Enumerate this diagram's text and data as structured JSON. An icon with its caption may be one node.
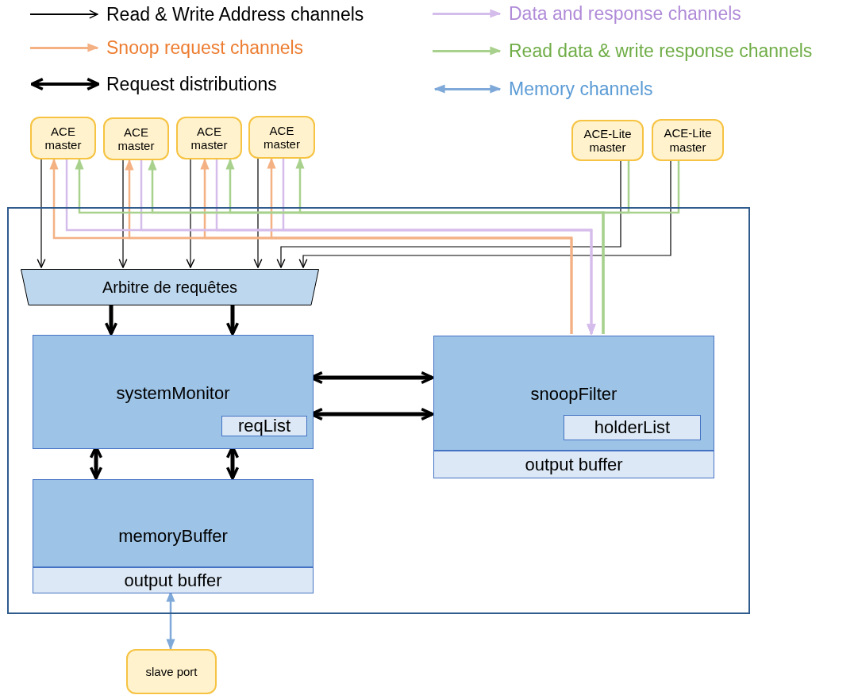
{
  "diagram": {
    "nodes": [
      {
        "text": [],
        "shape": "box"
      },
      {
        "text": [
          "ACE master"
        ]
      },
      {
        "text": [
          "ACE master"
        ]
      },
      {
        "text": [
          "ACE master"
        ]
      },
      {
        "text": [
          "ACE master"
        ]
      },
      {
        "text": [
          "ACE-Lite master"
        ]
      },
      {
        "text": [
          "ACE-Lite master"
        ]
      },
      {
        "text": [
          "Arbitre de requêtes"
        ],
        "in": 0
      },
      {
        "text": [
          "systemMonitor"
        ],
        "in": 0
      },
      {
        "text": [
          "reqList"
        ],
        "in": 8
      },
      {
        "text": [
          "snoopFilter"
        ],
        "in": 0
      },
      {
        "text": [
          "holderList"
        ],
        "in": 10
      },
      {
        "text": [
          "output buffer"
        ],
        "in": 0
      },
      {
        "text": [
          "memoryBuffer"
        ],
        "in": 0
      },
      {
        "text": [
          "output buffer"
        ],
        "in": 0
      },
      {
        "text": [
          "slave port"
        ]
      }
    ],
    "edges": [
      {
        "from": 1,
        "to": 7,
        "arrow": "to"
      },
      {
        "from": 2,
        "to": 7,
        "arrow": "to"
      },
      {
        "from": 3,
        "to": 7,
        "arrow": "to"
      },
      {
        "from": 4,
        "to": 7,
        "arrow": "to"
      },
      {
        "from": 5,
        "to": 7,
        "arrow": "to"
      },
      {
        "from": 6,
        "to": 7,
        "arrow": "to"
      },
      {
        "from": 10,
        "to": 1,
        "arrow": "to",
        "color": "#f4b183"
      },
      {
        "from": 10,
        "to": 2,
        "arrow": "to",
        "color": "#f4b183"
      },
      {
        "from": 10,
        "to": 3,
        "arrow": "to",
        "color": "#f4b183"
      },
      {
        "from": 10,
        "to": 4,
        "arrow": "to",
        "color": "#f4b183"
      },
      {
        "from": 1,
        "to": 10,
        "arrow": "to",
        "color": "#d5bdeb"
      },
      {
        "from": 2,
        "to": 10,
        "arrow": "to",
        "color": "#d5bdeb"
      },
      {
        "from": 3,
        "to": 10,
        "arrow": "to",
        "color": "#d5bdeb"
      },
      {
        "from": 4,
        "to": 10,
        "arrow": "to",
        "color": "#d5bdeb"
      },
      {
        "from": 10,
        "to": 1,
        "arrow": "to",
        "color": "#a9d18e"
      },
      {
        "from": 10,
        "to": 2,
        "arrow": "to",
        "color": "#a9d18e"
      },
      {
        "from": 10,
        "to": 3,
        "arrow": "to",
        "color": "#a9d18e"
      },
      {
        "from": 10,
        "to": 4,
        "arrow": "to",
        "color": "#a9d18e"
      },
      {
        "from": 5,
        "to": 10,
        "arrow": "none",
        "color": "#a9d18e"
      },
      {
        "from": 6,
        "to": 10,
        "arrow": "none",
        "color": "#a9d18e"
      },
      {
        "from": 7,
        "to": 8,
        "arrow": "to",
        "style": "thick"
      },
      {
        "from": 7,
        "to": 8,
        "arrow": "to",
        "style": "thick"
      },
      {
        "from": 8,
        "to": 10,
        "arrow": "both",
        "style": "thick"
      },
      {
        "from": 8,
        "to": 10,
        "arrow": "both",
        "style": "thick"
      },
      {
        "from": 8,
        "to": 13,
        "arrow": "both",
        "style": "thick"
      },
      {
        "from": 8,
        "to": 13,
        "arrow": "both",
        "style": "thick"
      },
      {
        "from": 14,
        "to": 15,
        "arrow": "both",
        "color": "#7fa9d8"
      }
    ],
    "legend": [
      {
        "text": "Read & Write Address channels",
        "color": "#000000"
      },
      {
        "text": "Snoop request channels",
        "color": "#f4b183"
      },
      {
        "text": "Request distributions",
        "color": "#000000"
      },
      {
        "text": "Data and response channels",
        "color": "#d5bdeb"
      },
      {
        "text": "Read data & write response channels",
        "color": "#a9d18e"
      },
      {
        "text": "Memory channels",
        "color": "#7fa9d8"
      }
    ]
  }
}
